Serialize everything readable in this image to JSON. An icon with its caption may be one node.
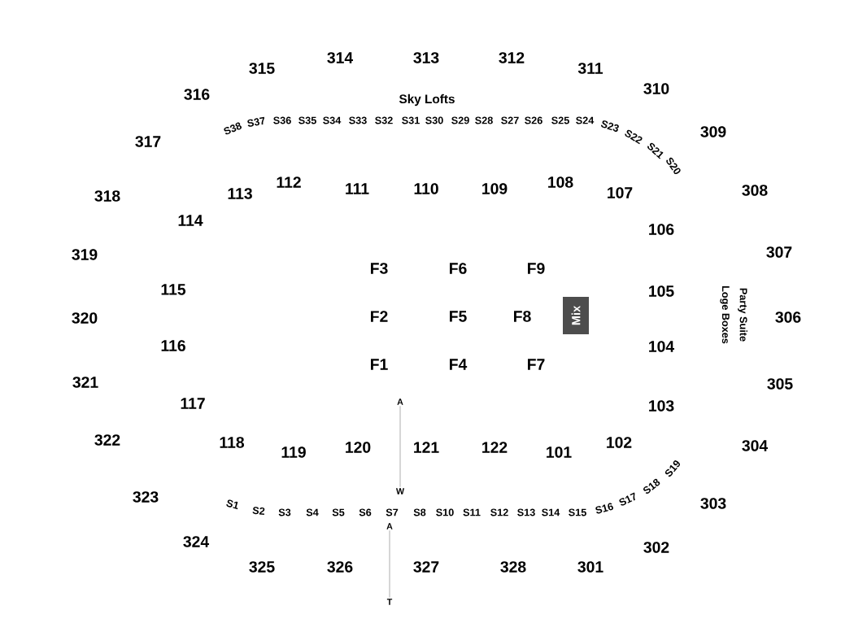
{
  "diagram": {
    "nodes": [
      {
        "text": [
          "Mix"
        ]
      },
      {
        "text": [
          "A"
        ]
      },
      {
        "text": [
          "W"
        ]
      },
      {
        "text": [
          "A"
        ]
      },
      {
        "text": [
          "T"
        ]
      }
    ],
    "edges": [
      {
        "from": 1,
        "to": 2,
        "arrow": "none"
      },
      {
        "from": 3,
        "to": 4,
        "arrow": "none"
      }
    ],
    "labels": [
      "314",
      "313",
      "312",
      "315",
      "311",
      "310",
      "316",
      "Sky Lofts",
      "S38",
      "S37",
      "S36",
      "S35",
      "S34",
      "S33",
      "S32",
      "S31",
      "S30",
      "S29",
      "S28",
      "S27",
      "S26",
      "S25",
      "S24",
      "S23",
      "S22",
      "S21",
      "S20",
      "309",
      "317",
      "318",
      "113",
      "112",
      "111",
      "110",
      "109",
      "108",
      "107",
      "308",
      "114",
      "106",
      "319",
      "307",
      "F3",
      "F6",
      "F9",
      "115",
      "105",
      "Loge Boxes",
      "Party Suite",
      "320",
      "F2",
      "F5",
      "F8",
      "306",
      "116",
      "104",
      "F1",
      "F4",
      "F7",
      "321",
      "305",
      "117",
      "103",
      "322",
      "118",
      "119",
      "120",
      "121",
      "122",
      "101",
      "102",
      "304",
      "323",
      "S1",
      "S2",
      "S3",
      "S4",
      "S5",
      "S6",
      "S7",
      "S8",
      "S10",
      "S11",
      "S12",
      "S13",
      "S14",
      "S15",
      "S16",
      "S17",
      "S18",
      "S19",
      "303",
      "324",
      "302",
      "325",
      "326",
      "327",
      "328",
      "301"
    ]
  }
}
